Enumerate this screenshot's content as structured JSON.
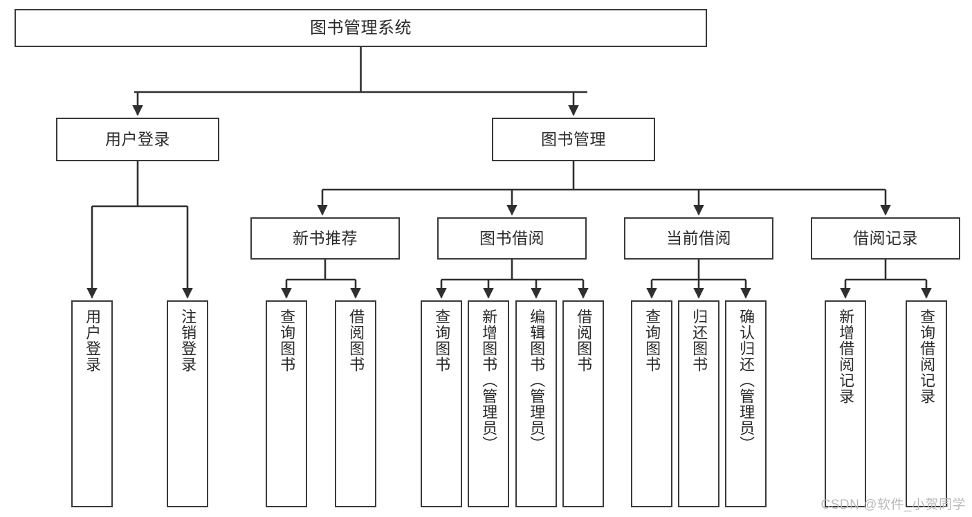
{
  "diagram": {
    "title": "图书管理系统",
    "type": "tree-hierarchy-diagram",
    "colors": {
      "border": "#3a3a3a",
      "background": "#ffffff",
      "text": "#2b2b2b",
      "watermark": "#b9b9b9"
    },
    "nodes": {
      "root": {
        "label": "图书管理系统"
      },
      "level2": [
        {
          "label": "用户登录"
        },
        {
          "label": "图书管理"
        }
      ],
      "level3": [
        {
          "label": "新书推荐"
        },
        {
          "label": "图书借阅"
        },
        {
          "label": "当前借阅"
        },
        {
          "label": "借阅记录"
        }
      ],
      "leaves": {
        "user_login": [
          {
            "label": "用户登录"
          },
          {
            "label": "注销登录"
          }
        ],
        "new_book_recommend": [
          {
            "label": "查询图书"
          },
          {
            "label": "借阅图书"
          }
        ],
        "book_borrow": [
          {
            "label": "查询图书"
          },
          {
            "label": "新增图书（管理员）"
          },
          {
            "label": "编辑图书（管理员）"
          },
          {
            "label": "借阅图书"
          }
        ],
        "current_borrow": [
          {
            "label": "查询图书"
          },
          {
            "label": "归还图书"
          },
          {
            "label": "确认归还（管理员）"
          }
        ],
        "borrow_record": [
          {
            "label": "新增借阅记录"
          },
          {
            "label": "查询借阅记录"
          }
        ]
      }
    },
    "watermark": "CSDN @软件_小贺同学"
  }
}
